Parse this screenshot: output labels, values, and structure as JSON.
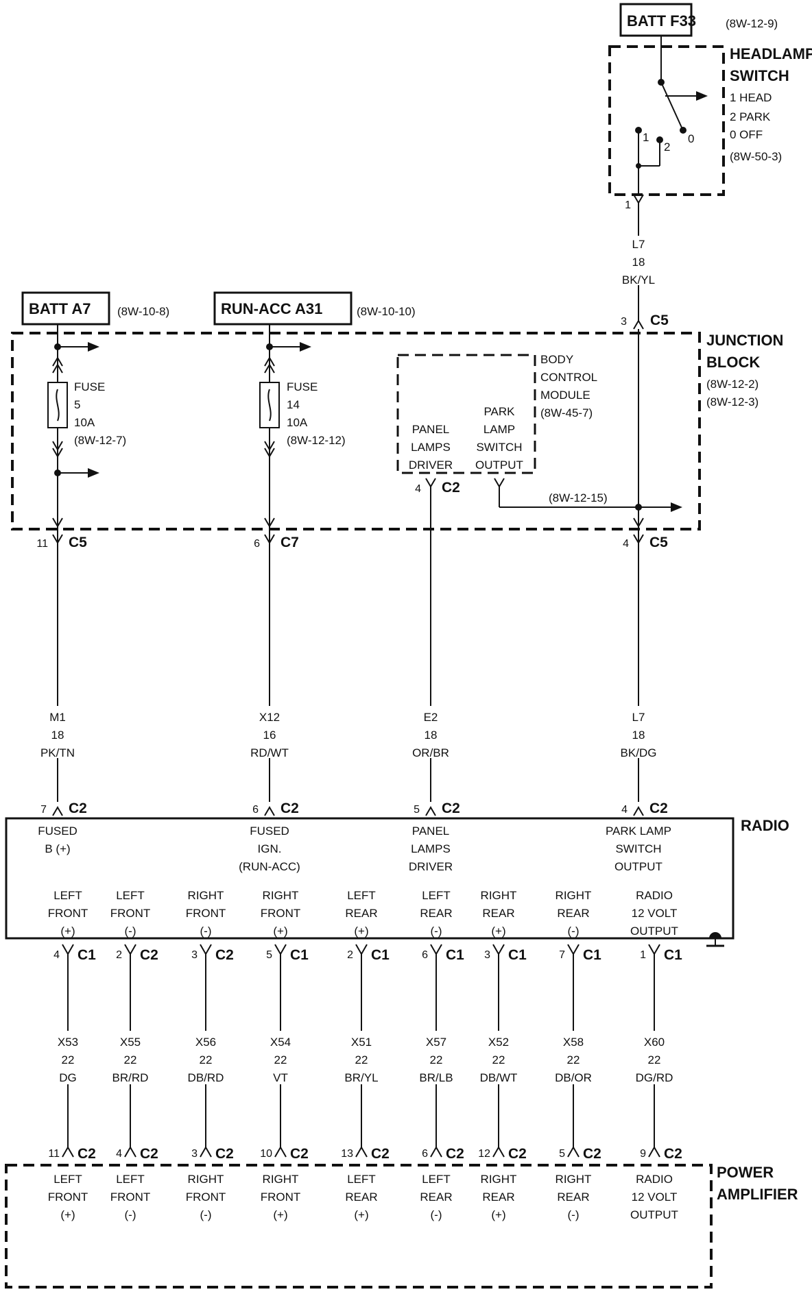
{
  "sources": [
    {
      "label": "BATT F33",
      "ref": "(8W-12-9)"
    },
    {
      "label": "BATT A7",
      "ref": "(8W-10-8)"
    },
    {
      "label": "RUN-ACC A31",
      "ref": "(8W-10-10)"
    }
  ],
  "headlamp_switch": {
    "title1": "HEADLAMP",
    "title2": "SWITCH",
    "opt1": "1 HEAD",
    "opt2": "2 PARK",
    "opt0": "0 OFF",
    "ref": "(8W-50-3)",
    "pos1": "1",
    "pos2": "2",
    "pos0": "0"
  },
  "junction_block": {
    "title1": "JUNCTION",
    "title2": "BLOCK",
    "ref1": "(8W-12-2)",
    "ref2": "(8W-12-3)",
    "fuses": [
      {
        "l1": "FUSE",
        "l2": "5",
        "l3": "10A",
        "l4": "(8W-12-7)"
      },
      {
        "l1": "FUSE",
        "l2": "14",
        "l3": "10A",
        "l4": "(8W-12-12)"
      }
    ],
    "bcm": {
      "l1": "BODY",
      "l2": "CONTROL",
      "l3": "MODULE",
      "l4": "(8W-45-7)",
      "panel": [
        "PANEL",
        "LAMPS",
        "DRIVER"
      ],
      "park": [
        "PARK",
        "LAMP",
        "SWITCH",
        "OUTPUT"
      ]
    },
    "splice_ref": "(8W-12-15)"
  },
  "connectors": {
    "hs_pin": "1",
    "jb_in": {
      "pin": "3",
      "name": "C5"
    },
    "jb_out": [
      {
        "pin": "11",
        "name": "C5"
      },
      {
        "pin": "6",
        "name": "C7"
      },
      {
        "pin": "4",
        "name": "C2"
      },
      {
        "pin": "4",
        "name": "C5"
      }
    ],
    "radio_in": [
      {
        "pin": "7",
        "name": "C2"
      },
      {
        "pin": "6",
        "name": "C2"
      },
      {
        "pin": "5",
        "name": "C2"
      },
      {
        "pin": "4",
        "name": "C2"
      }
    ],
    "radio_out": [
      {
        "pin": "4",
        "name": "C1"
      },
      {
        "pin": "2",
        "name": "C2"
      },
      {
        "pin": "3",
        "name": "C2"
      },
      {
        "pin": "5",
        "name": "C1"
      },
      {
        "pin": "2",
        "name": "C1"
      },
      {
        "pin": "6",
        "name": "C1"
      },
      {
        "pin": "3",
        "name": "C1"
      },
      {
        "pin": "7",
        "name": "C1"
      },
      {
        "pin": "1",
        "name": "C1"
      }
    ],
    "amp_in": [
      {
        "pin": "11",
        "name": "C2"
      },
      {
        "pin": "4",
        "name": "C2"
      },
      {
        "pin": "3",
        "name": "C2"
      },
      {
        "pin": "10",
        "name": "C2"
      },
      {
        "pin": "13",
        "name": "C2"
      },
      {
        "pin": "6",
        "name": "C2"
      },
      {
        "pin": "12",
        "name": "C2"
      },
      {
        "pin": "5",
        "name": "C2"
      },
      {
        "pin": "9",
        "name": "C2"
      }
    ]
  },
  "wires": {
    "top": {
      "c": "L7",
      "g": "18",
      "col": "BK/YL"
    },
    "upper": [
      {
        "c": "M1",
        "g": "18",
        "col": "PK/TN"
      },
      {
        "c": "X12",
        "g": "16",
        "col": "RD/WT"
      },
      {
        "c": "E2",
        "g": "18",
        "col": "OR/BR"
      },
      {
        "c": "L7",
        "g": "18",
        "col": "BK/DG"
      }
    ],
    "lower": [
      {
        "c": "X53",
        "g": "22",
        "col": "DG"
      },
      {
        "c": "X55",
        "g": "22",
        "col": "BR/RD"
      },
      {
        "c": "X56",
        "g": "22",
        "col": "DB/RD"
      },
      {
        "c": "X54",
        "g": "22",
        "col": "VT"
      },
      {
        "c": "X51",
        "g": "22",
        "col": "BR/YL"
      },
      {
        "c": "X57",
        "g": "22",
        "col": "BR/LB"
      },
      {
        "c": "X52",
        "g": "22",
        "col": "DB/WT"
      },
      {
        "c": "X58",
        "g": "22",
        "col": "DB/OR"
      },
      {
        "c": "X60",
        "g": "22",
        "col": "DG/RD"
      }
    ]
  },
  "radio": {
    "title": "RADIO",
    "inputs": [
      [
        "FUSED",
        "B (+)"
      ],
      [
        "FUSED",
        "IGN.",
        "(RUN-ACC)"
      ],
      [
        "PANEL",
        "LAMPS",
        "DRIVER"
      ],
      [
        "PARK LAMP",
        "SWITCH",
        "OUTPUT"
      ]
    ],
    "outputs": [
      [
        "LEFT",
        "FRONT",
        "(+)"
      ],
      [
        "LEFT",
        "FRONT",
        "(-)"
      ],
      [
        "RIGHT",
        "FRONT",
        "(-)"
      ],
      [
        "RIGHT",
        "FRONT",
        "(+)"
      ],
      [
        "LEFT",
        "REAR",
        "(+)"
      ],
      [
        "LEFT",
        "REAR",
        "(-)"
      ],
      [
        "RIGHT",
        "REAR",
        "(+)"
      ],
      [
        "RIGHT",
        "REAR",
        "(-)"
      ],
      [
        "RADIO",
        "12 VOLT",
        "OUTPUT"
      ]
    ]
  },
  "amplifier": {
    "title1": "POWER",
    "title2": "AMPLIFIER",
    "inputs": [
      [
        "LEFT",
        "FRONT",
        "(+)"
      ],
      [
        "LEFT",
        "FRONT",
        "(-)"
      ],
      [
        "RIGHT",
        "FRONT",
        "(-)"
      ],
      [
        "RIGHT",
        "FRONT",
        "(+)"
      ],
      [
        "LEFT",
        "REAR",
        "(+)"
      ],
      [
        "LEFT",
        "REAR",
        "(-)"
      ],
      [
        "RIGHT",
        "REAR",
        "(+)"
      ],
      [
        "RIGHT",
        "REAR",
        "(-)"
      ],
      [
        "RADIO",
        "12 VOLT",
        "OUTPUT"
      ]
    ]
  }
}
